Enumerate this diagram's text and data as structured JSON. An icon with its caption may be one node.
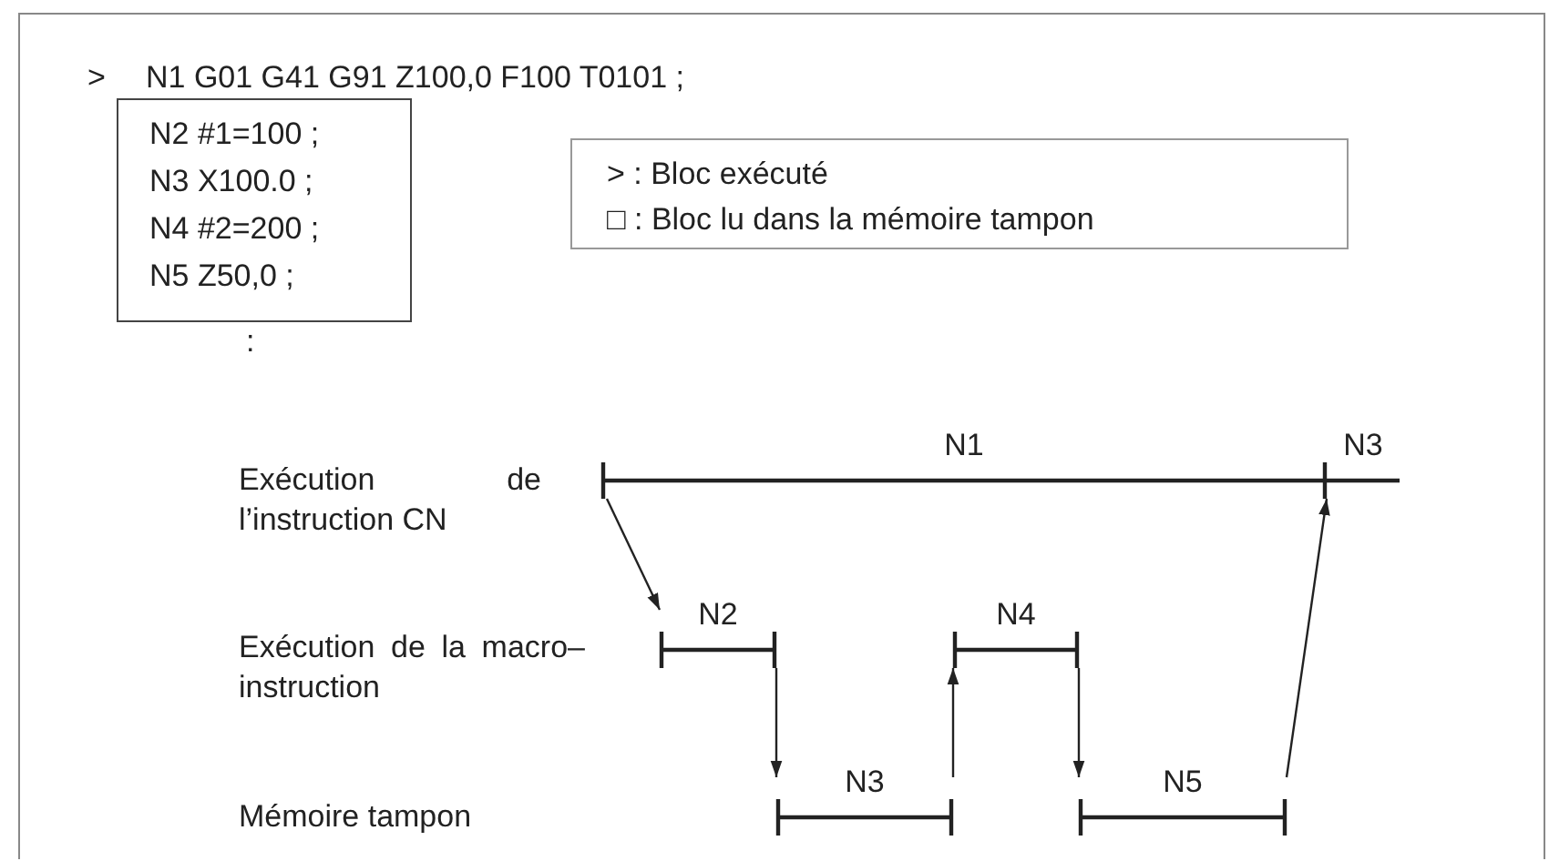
{
  "diagram": {
    "nodes": [
      {
        "text": [
          "N2 #1=100 ;",
          "N3 X100.0 ;",
          "N4 #2=200 ;",
          "N5 Z50,0 ;"
        ]
      },
      {
        "text": [
          "> : Bloc exécuté",
          "□ : Bloc lu dans la mémoire tampon"
        ]
      },
      {
        "text": [
          "N1"
        ]
      },
      {
        "text": [
          "N3"
        ]
      },
      {
        "text": [
          "N2"
        ]
      },
      {
        "text": [
          "N4"
        ]
      },
      {
        "text": [
          "N3"
        ]
      },
      {
        "text": [
          "N5"
        ]
      }
    ],
    "edges": [
      {
        "from": 2,
        "to": 4,
        "arrow": "to"
      },
      {
        "from": 4,
        "to": 6,
        "arrow": "to"
      },
      {
        "from": 6,
        "to": 5,
        "arrow": "to"
      },
      {
        "from": 5,
        "to": 7,
        "arrow": "to"
      },
      {
        "from": 7,
        "to": 3,
        "arrow": "to"
      }
    ],
    "labels": [
      ">",
      "N1 G01 G41 G91 Z100,0 F100 T0101 ;",
      ":",
      "Exécution de l’instruction CN",
      "Exécution de la macro–instruction",
      "Mémoire tampon"
    ]
  }
}
